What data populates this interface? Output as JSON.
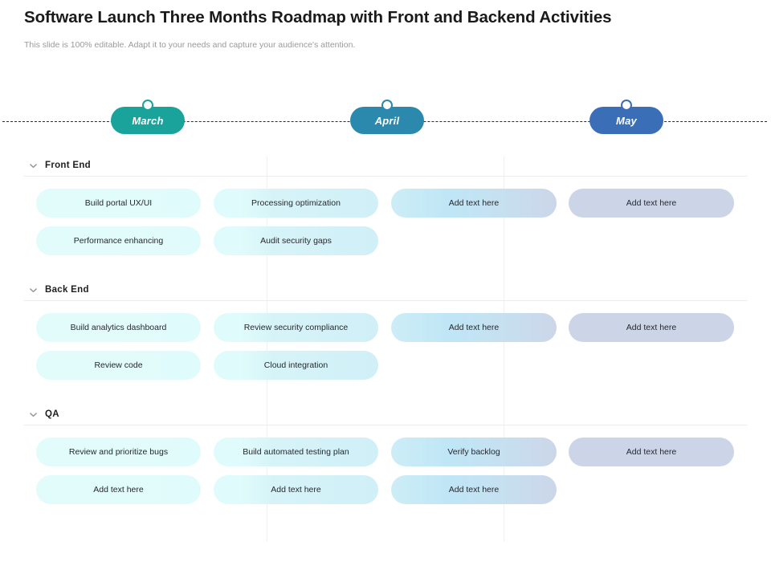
{
  "header": {
    "title": "Software Launch Three Months Roadmap with Front and Backend Activities",
    "subtitle": "This slide is 100% editable. Adapt it to your needs and capture your audience's attention."
  },
  "timeline": {
    "months": [
      {
        "label": "March",
        "color": "#19a39a"
      },
      {
        "label": "April",
        "color": "#2a89ad"
      },
      {
        "label": "May",
        "color": "#3a6fb8"
      }
    ]
  },
  "sections": [
    {
      "label": "Front End",
      "rows": [
        [
          "Build portal UX/UI",
          "Processing optimization",
          "Add text here",
          "Add text here"
        ],
        [
          "Performance enhancing",
          "Audit security gaps",
          "",
          ""
        ]
      ]
    },
    {
      "label": "Back End",
      "rows": [
        [
          "Build analytics dashboard",
          "Review security compliance",
          "Add text here",
          "Add text here"
        ],
        [
          "Review code",
          "Cloud integration",
          "",
          ""
        ]
      ]
    },
    {
      "label": "QA",
      "rows": [
        [
          "Review and prioritize bugs",
          "Build automated testing plan",
          "Verify backlog",
          "Add text here"
        ],
        [
          "Add text here",
          "Add text here",
          "Add text here",
          ""
        ]
      ]
    }
  ]
}
